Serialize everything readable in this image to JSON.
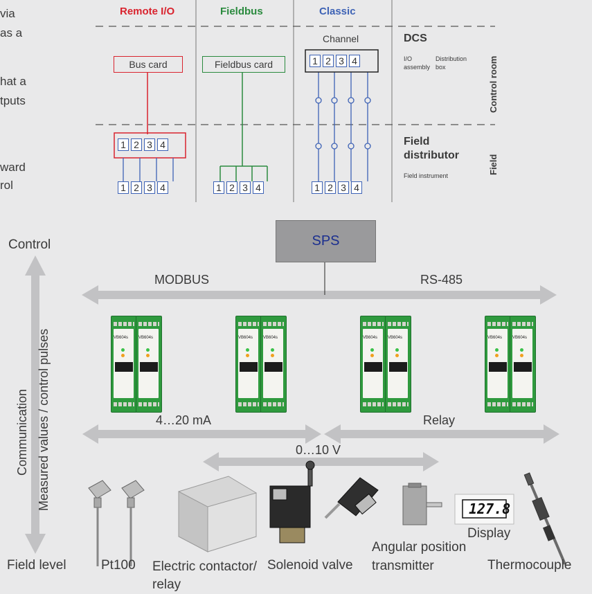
{
  "top_diagram": {
    "columns": {
      "remote_io": {
        "label": "Remote I/O",
        "color": "#d9232e"
      },
      "fieldbus": {
        "label": "Fieldbus",
        "color": "#2a8a3e"
      },
      "classic": {
        "label": "Classic",
        "color": "#3d62b5"
      }
    },
    "bus_card": "Bus card",
    "fieldbus_card": "Fieldbus card",
    "channel": "Channel",
    "channel_numbers": [
      "1",
      "2",
      "3",
      "4"
    ],
    "dcs": {
      "title": "DCS",
      "io_assembly": "I/O\nassembly",
      "distribution_box": "Distribution\nbox"
    },
    "field_distributor": {
      "title": "Field\ndistributor",
      "field_instrument": "Field instrument"
    },
    "side_labels": {
      "control_room": "Control room",
      "field": "Field"
    }
  },
  "left_clipped_text": [
    "via",
    "as a",
    "hat a",
    "tputs",
    "ward",
    "rol"
  ],
  "bottom_diagram": {
    "sps": "SPS",
    "modbus": "MODBUS",
    "rs485": "RS-485",
    "current": "4…20 mA",
    "relay": "Relay",
    "voltage": "0…10 V",
    "axis": {
      "top": "Control",
      "bottom": "Field level",
      "communication": "Communication",
      "measured": "Measured values / control pulses"
    },
    "module_label": "VB604s",
    "devices": {
      "pt100": "Pt100",
      "contactor": "Electric contactor/\nrelay",
      "solenoid": "Solenoid valve",
      "angular": "Angular position\ntransmitter",
      "display": "Display",
      "display_value": "127.8",
      "thermocouple": "Thermocouple"
    }
  },
  "colors": {
    "arrow": "#c2c2c4",
    "sps_fill": "#9a9a9c",
    "sps_text": "#1b2f8f",
    "module": "#2f9a3e"
  }
}
